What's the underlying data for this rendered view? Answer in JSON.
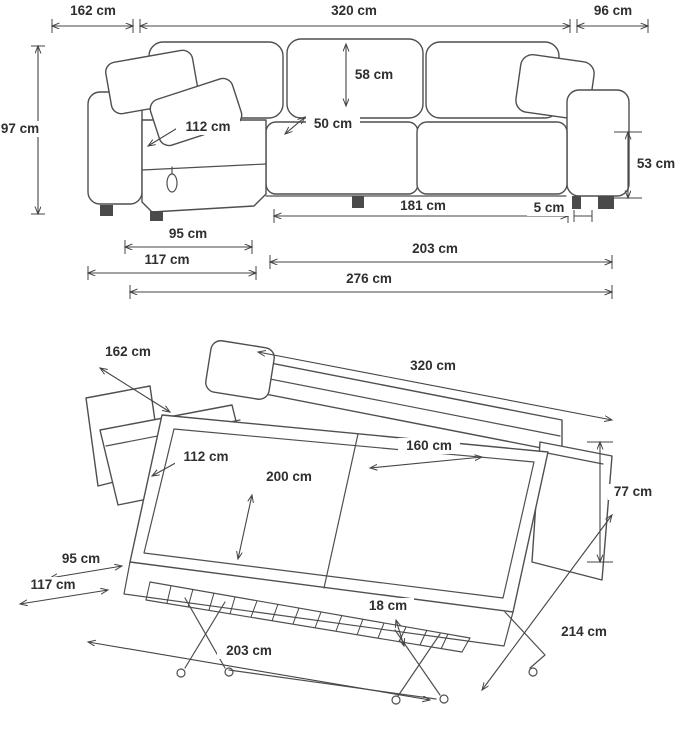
{
  "unit": "cm",
  "sofa_view": {
    "dims": {
      "chaise_width": "162 cm",
      "total_width": "320 cm",
      "side_depth": "96 cm",
      "total_height": "97 cm",
      "backrest_height": "58 cm",
      "chaise_seat_length": "112 cm",
      "seat_depth": "50 cm",
      "armrest_height": "53 cm",
      "seat_width": "181 cm",
      "leg_inset": "5 cm",
      "chaise_seat_width": "95 cm",
      "chaise_total_width": "117 cm",
      "body_width": "203 cm",
      "total_depth": "276 cm"
    }
  },
  "bed_view": {
    "dims": {
      "chaise_width": "162 cm",
      "total_width": "320 cm",
      "chaise_seat_length": "112 cm",
      "bed_width": "160 cm",
      "bed_length": "200 cm",
      "side_height": "77 cm",
      "chaise_seat_width": "95 cm",
      "chaise_total_width": "117 cm",
      "frame_height": "18 cm",
      "body_width": "203 cm",
      "unfolded_depth": "214 cm"
    }
  }
}
